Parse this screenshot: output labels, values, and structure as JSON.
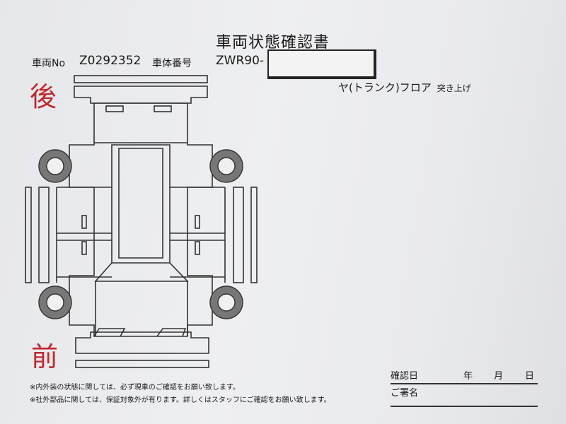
{
  "title": "車両状態確認書",
  "vehicle_no_label": "車両No",
  "vehicle_no": "Z0292352",
  "chassis_label": "車体番号",
  "chassis_prefix": "ZWR90-",
  "note": "ヤ(トランク)フロア",
  "note_suffix": "突き上げ",
  "rear_label": "後",
  "front_label": "前",
  "footnotes": [
    "※内外装の状態に関しては、必ず現車のご確認をお願い致します。",
    "※社外部品に関しては、保証対象外が有ります。詳しくはスタッフにご確認をお願い致します。"
  ],
  "signature": {
    "date_label": "確認日",
    "year": "年",
    "month": "月",
    "day": "日",
    "name_label": "ご署名"
  },
  "colors": {
    "accent_red": "#c0282c"
  }
}
